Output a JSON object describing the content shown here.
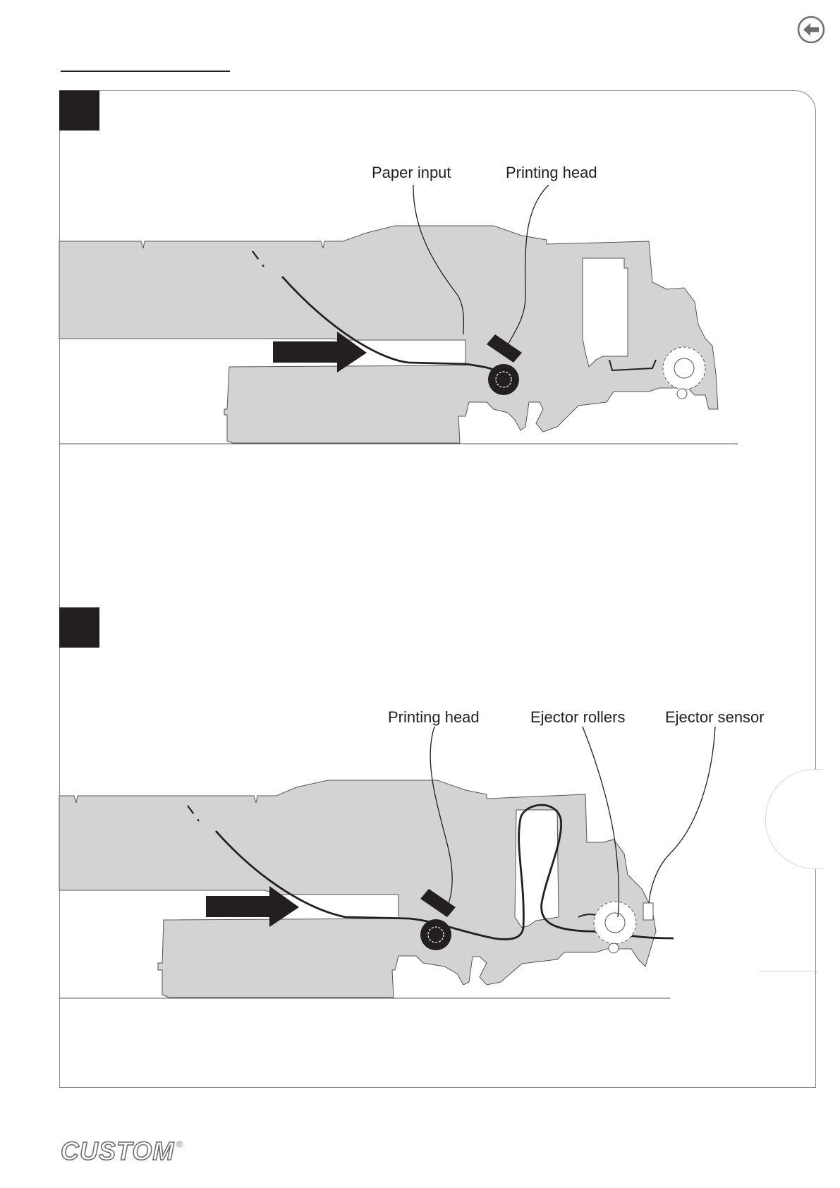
{
  "navigation": {
    "back_icon": "arrow-left-icon"
  },
  "steps": [
    {
      "labels": {
        "paper_input": "Paper input",
        "printing_head": "Printing head"
      }
    },
    {
      "labels": {
        "printing_head": "Printing head",
        "ejector_rollers": "Ejector rollers",
        "ejector_sensor": "Ejector sensor"
      }
    }
  ],
  "footer": {
    "logo_text": "CUSTOM",
    "registered_mark": "®"
  },
  "colors": {
    "body_fill": "#d3d3d3",
    "ink": "#231f20",
    "frame": "#8a8a8a"
  }
}
